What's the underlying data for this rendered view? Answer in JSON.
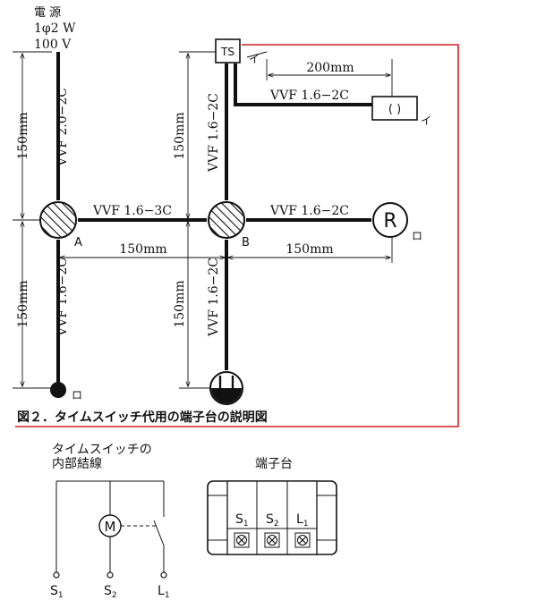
{
  "power": {
    "l1": "電 源",
    "l2": "1φ2 W",
    "l3": "100 V"
  },
  "cables": {
    "src_to_a": "VVF 2.0−2C",
    "a_to_b": "VVF 1.6−3C",
    "b_to_ts": "VVF 1.6−2C",
    "ts_to_lamp": "VVF 1.6−2C",
    "b_to_r": "VVF 1.6−2C",
    "a_to_lamp": "VVF 1.6−2C",
    "b_to_outlet": "VVF 1.6−2C"
  },
  "dims": {
    "left_upper": "150mm",
    "left_lower": "150mm",
    "mid_upper": "150mm",
    "mid_lower": "150mm",
    "a_b": "150mm",
    "b_r": "150mm",
    "ts_lamp": "200mm"
  },
  "labels": {
    "ts": "TS",
    "box_a": "A",
    "box_b": "B",
    "r": "R",
    "ro1": "ロ",
    "ro2": "ロ",
    "i1": "イ",
    "i2": "イ",
    "lamp": "( )"
  },
  "figure_caption": "図２．タイムスイッチ代用の端子台の説明図",
  "internal": {
    "title1": "タイムスイッチの",
    "title2": "内部結線",
    "motor": "M",
    "t1": "S",
    "t1_sub": "1",
    "t2": "S",
    "t2_sub": "2",
    "t3": "L",
    "t3_sub": "1"
  },
  "terminal_block": {
    "title": "端子台",
    "t1": "S",
    "t1_sub": "1",
    "t2": "S",
    "t2_sub": "2",
    "t3": "L",
    "t3_sub": "1"
  }
}
